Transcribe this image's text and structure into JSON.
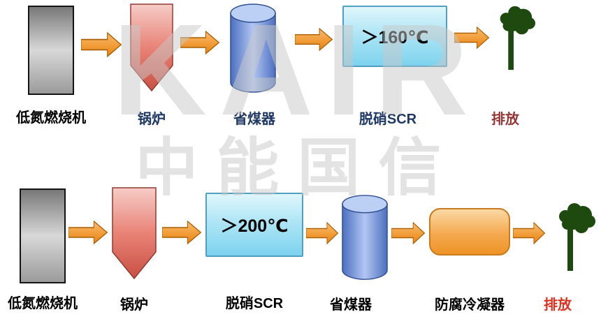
{
  "watermark": {
    "line1": "KAIR",
    "line2": "中能国信"
  },
  "flow1": {
    "burner": "低氮燃烧机",
    "boiler": "锅炉",
    "economizer": "省煤器",
    "scr": "脱硝SCR",
    "scr_temp": "＞160℃",
    "emission": "排放"
  },
  "flow2": {
    "burner": "低氮燃烧机",
    "boiler": "锅炉",
    "scr": "脱硝SCR",
    "scr_temp": "＞200℃",
    "economizer": "省煤器",
    "condenser": "防腐冷凝器",
    "emission": "排放"
  },
  "colors": {
    "arrow_orange": "#ED7D31",
    "boiler_red": "#C94F43",
    "cylinder_blue": "#4D6FC0",
    "scr_cyan": "#A5E2F4",
    "emission_green": "#1E4A10",
    "label_navy": "#1F3864",
    "label_dark_red": "#943634",
    "label_red": "#E0301E"
  }
}
